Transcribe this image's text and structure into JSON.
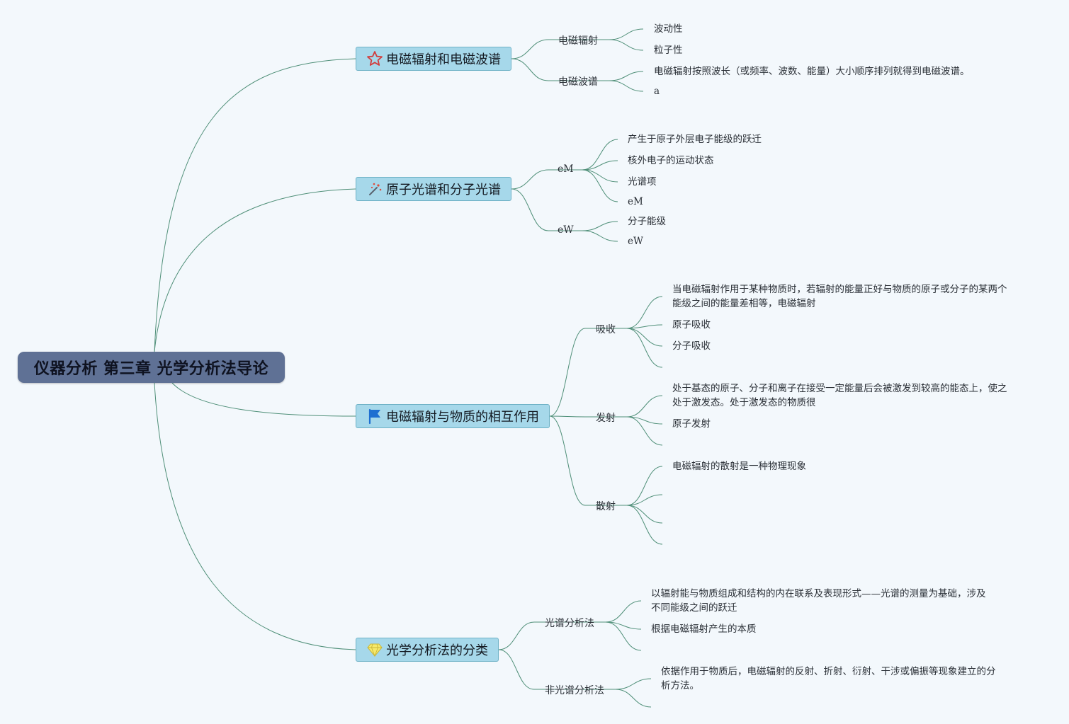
{
  "root": {
    "title": "仪器分析 第三章 光学分析法导论"
  },
  "branches": [
    {
      "label": "电磁辐射和电磁波谱",
      "icon": "star-icon",
      "children": [
        {
          "label": "电磁辐射",
          "leaves": [
            "波动性",
            "粒子性"
          ]
        },
        {
          "label": "电磁波谱",
          "leaves": [
            "电磁辐射按照波长（或频率、波数、能量）大小顺序排列就得到电磁波谱。",
            "a"
          ]
        }
      ]
    },
    {
      "label": "原子光谱和分子光谱",
      "icon": "sparkle-icon",
      "children": [
        {
          "label": "eM",
          "leaves": [
            "产生于原子外层电子能级的跃迁",
            "核外电子的运动状态",
            "光谱项",
            "eM"
          ]
        },
        {
          "label": "eW",
          "leaves": [
            "分子能级",
            "eW"
          ]
        }
      ]
    },
    {
      "label": "电磁辐射与物质的相互作用",
      "icon": "flag-icon",
      "children": [
        {
          "label": "吸收",
          "leaves": [
            "当电磁辐射作用于某种物质时，若辐射的能量正好与物质的原子或分子的某两个\n能级之间的能量差相等，电磁辐射",
            "原子吸收",
            "分子吸收",
            ""
          ]
        },
        {
          "label": "发射",
          "leaves": [
            "处于基态的原子、分子和离子在接受一定能量后会被激发到较高的能态上，使之\n处于激发态。处于激发态的物质很",
            "原子发射",
            ""
          ]
        },
        {
          "label": "散射",
          "leaves": [
            "电磁辐射的散射是一种物理现象",
            "",
            "",
            ""
          ]
        }
      ]
    },
    {
      "label": "光学分析法的分类",
      "icon": "gem-icon",
      "children": [
        {
          "label": "光谱分析法",
          "leaves": [
            "以辐射能与物质组成和结构的内在联系及表现形式——光谱的测量为基础，涉及\n不同能级之间的跃迁",
            "根据电磁辐射产生的本质",
            ""
          ]
        },
        {
          "label": "非光谱分析法",
          "leaves": [
            "依据作用于物质后，电磁辐射的反射、折射、衍射、干涉或偏振等现象建立的分\n析方法。",
            ""
          ]
        }
      ]
    }
  ],
  "colors": {
    "root": "#5f7195",
    "topic": "#a6d8ea",
    "connector": "#4f8f78",
    "background": "#f3f8fc"
  }
}
